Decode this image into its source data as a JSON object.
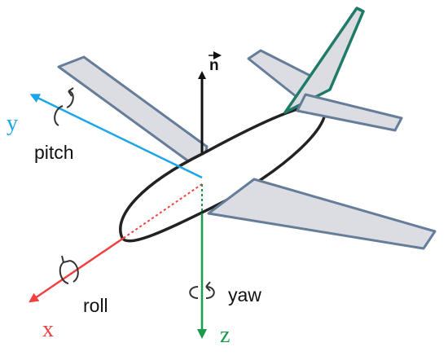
{
  "labels": {
    "normal": "n",
    "y_axis": "y",
    "x_axis": "x",
    "z_axis": "z",
    "pitch": "pitch",
    "roll": "roll",
    "yaw": "yaw"
  },
  "colors": {
    "x_axis": "#f04040",
    "y_axis": "#1aa6e8",
    "z_axis": "#1a9a4a",
    "normal": "#111111",
    "wing_fill": "#dcdde2",
    "wing_stroke": "#667d99",
    "tail_stroke": "#1f7a67",
    "fuselage_stroke": "#222222"
  }
}
